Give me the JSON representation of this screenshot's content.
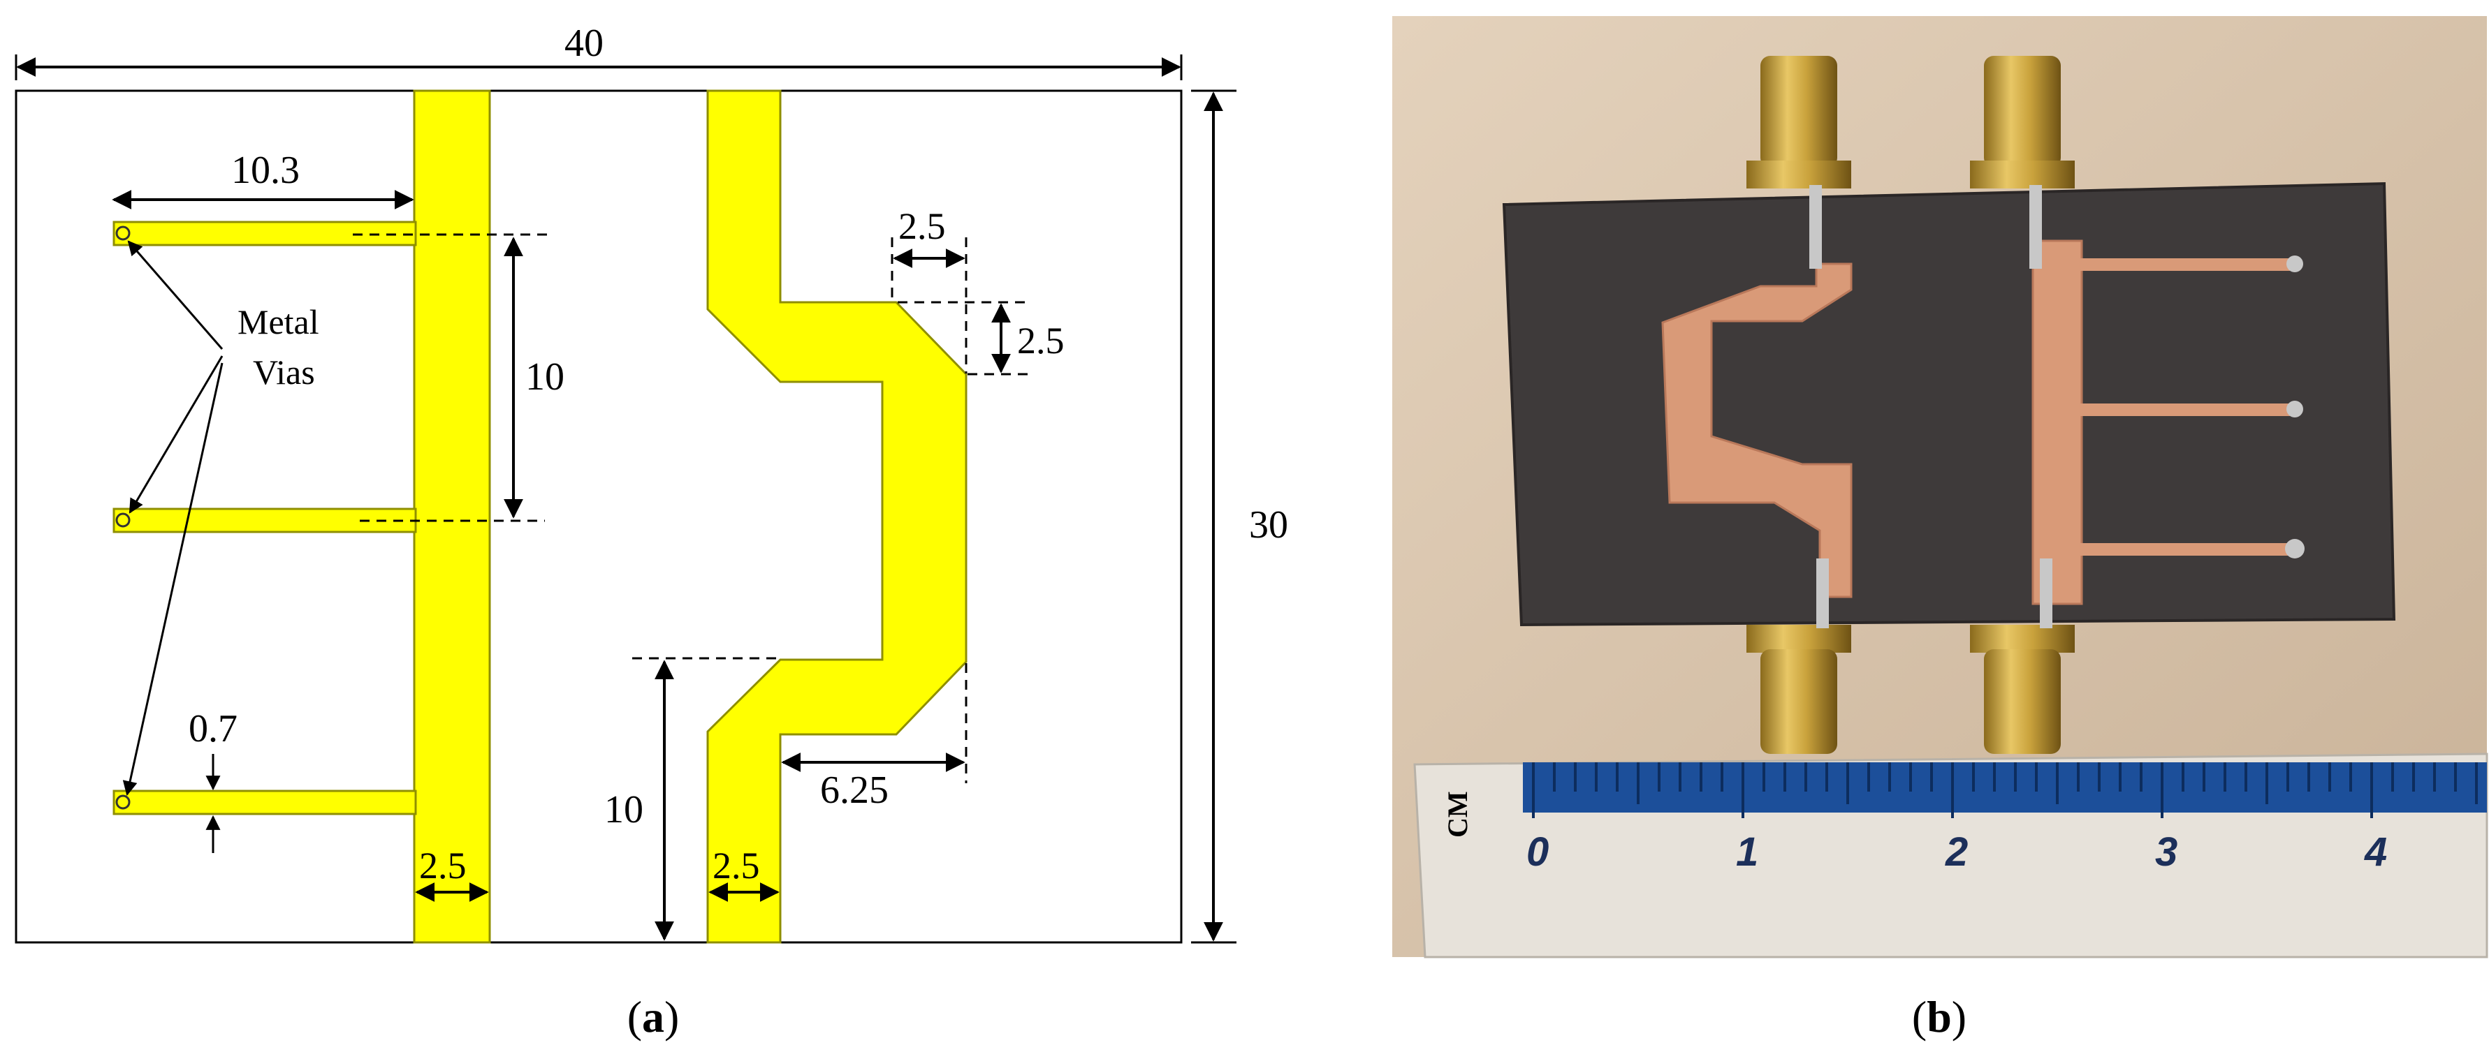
{
  "panel_a": {
    "caption_open": "(",
    "caption_letter": "a",
    "caption_close": ")",
    "dimensions": {
      "board_width": "40",
      "board_height": "30",
      "stub_length": "10.3",
      "stub_spacing": "10",
      "stub_width": "0.7",
      "line_width_left": "2.5",
      "line_width_right": "2.5",
      "step_width": "2.5",
      "step_height": "2.5",
      "offset": "6.25",
      "bottom_length": "10"
    },
    "annotation_line1": "Metal",
    "annotation_line2": "Vias",
    "colors": {
      "copper_trace": "#ffff00",
      "trace_outline": "#9a9a00",
      "board": "#ffffff"
    }
  },
  "panel_b": {
    "caption_open": "(",
    "caption_letter": "b",
    "caption_close": ")",
    "ruler_unit": "CM",
    "ruler_numbers": [
      "0",
      "1",
      "2",
      "3",
      "4"
    ],
    "colors": {
      "background": "#d8c4ac",
      "substrate": "#3e3a3a",
      "copper": "#d99a78",
      "connector_gold": "#c9a23c",
      "ruler_blue": "#1c4f9a"
    }
  }
}
